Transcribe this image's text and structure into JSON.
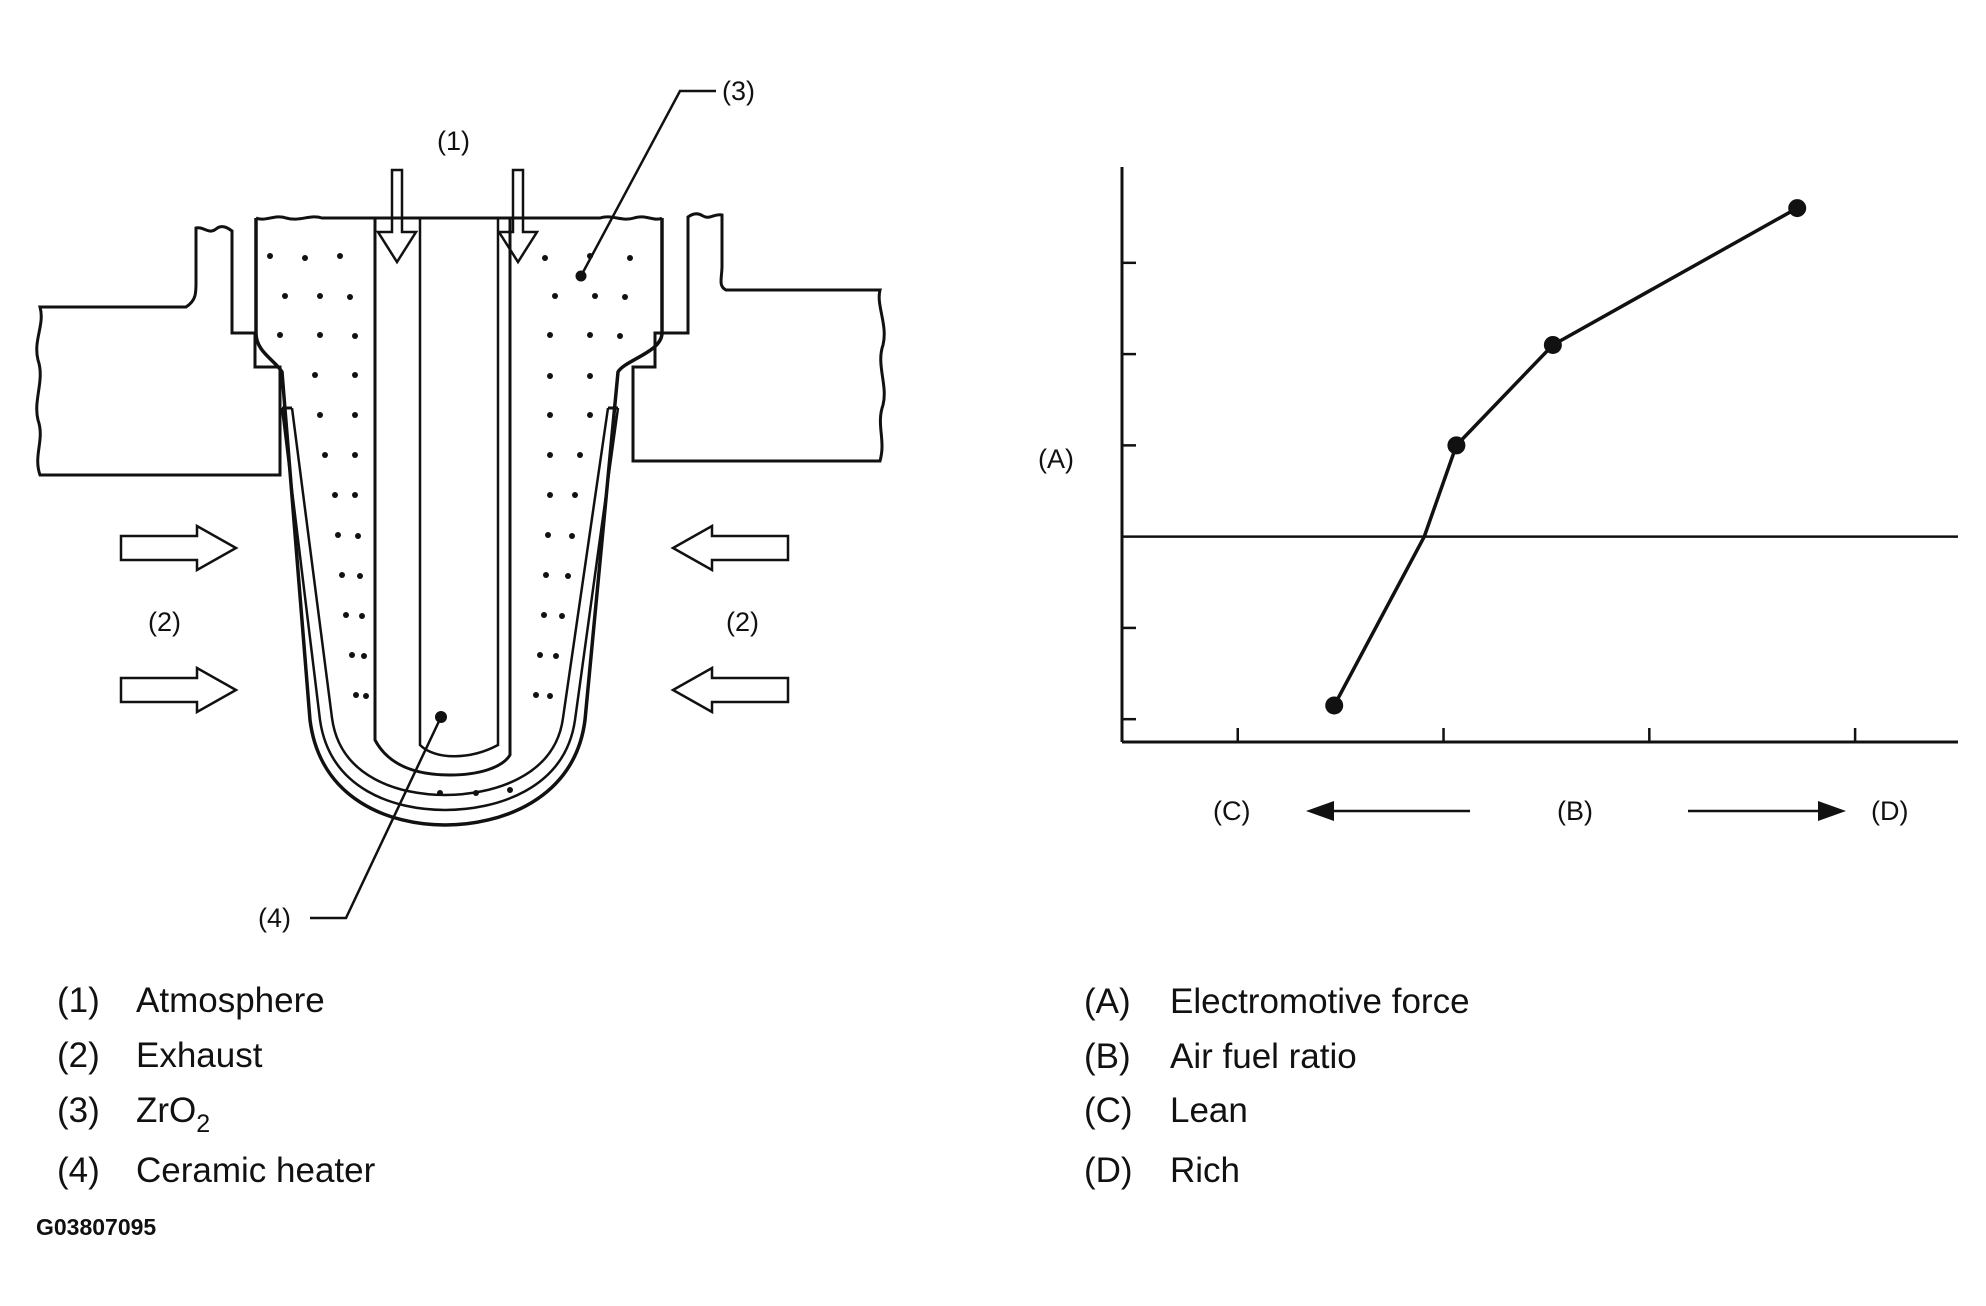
{
  "sensor": {
    "callouts": {
      "c1": "(1)",
      "c2_left": "(2)",
      "c2_right": "(2)",
      "c3": "(3)",
      "c4": "(4)"
    }
  },
  "chart_data": {
    "type": "line",
    "y_label": "(A)",
    "x_label": "(B)",
    "x_left_label": "(C)",
    "x_right_label": "(D)",
    "points": [
      [
        1.15,
        0.15
      ],
      [
        1.85,
        2.0
      ],
      [
        2.1,
        3.0
      ],
      [
        2.85,
        4.1
      ],
      [
        4.75,
        5.6
      ]
    ],
    "x_range": [
      -0.5,
      6.0
    ],
    "y_range": [
      -0.25,
      6.05
    ],
    "x_ticks": [
      0.4,
      2.0,
      3.6,
      5.2
    ],
    "y_ticks": [
      0.0,
      1.0,
      3.0,
      4.0,
      5.0
    ],
    "reference_y": 2.0,
    "grid": false
  },
  "legend_left": [
    {
      "key": "(1)",
      "text": "Atmosphere"
    },
    {
      "key": "(2)",
      "text": "Exhaust"
    },
    {
      "key": "(3)",
      "text": "ZrO",
      "sub": "2"
    },
    {
      "key": "(4)",
      "text": "Ceramic heater"
    }
  ],
  "legend_right": [
    {
      "key": "(A)",
      "text": "Electromotive force"
    },
    {
      "key": "(B)",
      "text": "Air fuel ratio"
    },
    {
      "key": "(C)",
      "text": "Lean"
    },
    {
      "key": "(D)",
      "text": "Rich"
    }
  ],
  "figure_code": "G03807095"
}
